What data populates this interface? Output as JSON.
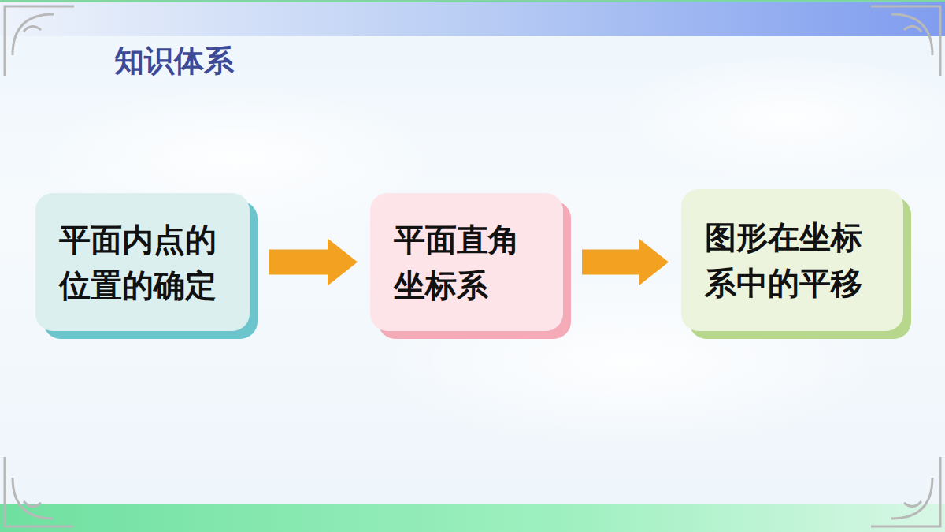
{
  "diagram": {
    "title": "知识体系",
    "nodes": [
      {
        "text": [
          "平面内点的位置的确定"
        ]
      },
      {
        "text": [
          "平面直角坐标系"
        ]
      },
      {
        "text": [
          "图形在坐标系中的平移"
        ]
      }
    ],
    "edges": [
      {
        "from": 0,
        "to": 1,
        "arrow": "to"
      },
      {
        "from": 1,
        "to": 2,
        "arrow": "to"
      }
    ]
  }
}
